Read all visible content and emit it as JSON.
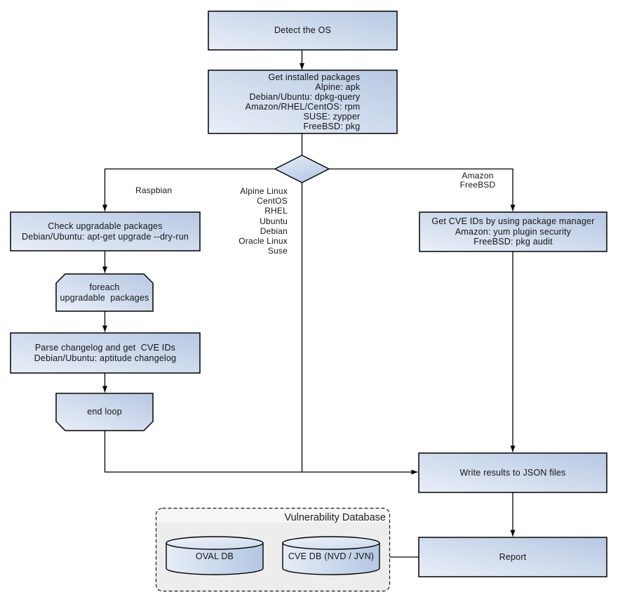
{
  "nodes": {
    "detect_os": "Detect the OS",
    "get_installed_packages": "Get installed packages\nAlpine: apk\nDebian/Ubuntu: dpkg-query\nAmazon/RHEL/CentOS: rpm\nSUSE: zypper\nFreeBSD: pkg",
    "check_upgradable_packages": "Check upgradable packages\nDebian/Ubuntu: apt-get upgrade --dry-run",
    "foreach_loop_start": "foreach\nupgradable  packages",
    "parse_changelog": "Parse changelog and get  CVE IDs\nDebian/Ubuntu: aptitude changelog",
    "foreach_loop_end": "end loop",
    "get_cve_ids_pkg_manager": "Get CVE IDs by using package manager\nAmazon: yum plugin security\nFreeBSD: pkg audit",
    "write_results_json": "Write results to JSON files",
    "report": "Report"
  },
  "branch_labels": {
    "raspbian": "Raspbian",
    "direct_oses": "Alpine Linux\nCentOS\nRHEL\nUbuntu\nDebian\nOracle Linux\nSuse",
    "amazon_freebsd": "Amazon\nFreeBSD"
  },
  "vulnerability_database": {
    "title": "Vulnerability Database",
    "oval_db_label": "OVAL DB",
    "cve_db_label": "CVE DB (NVD / JVN)"
  },
  "colors": {
    "text-color": "#141414",
    "node-fill-light": "#eaeff8",
    "node-fill-dark": "#b7c8e3",
    "node-border": "#000000",
    "connector": "#000000",
    "db-container-body": "#ededee",
    "db-container-header": "#f6f6f7"
  }
}
